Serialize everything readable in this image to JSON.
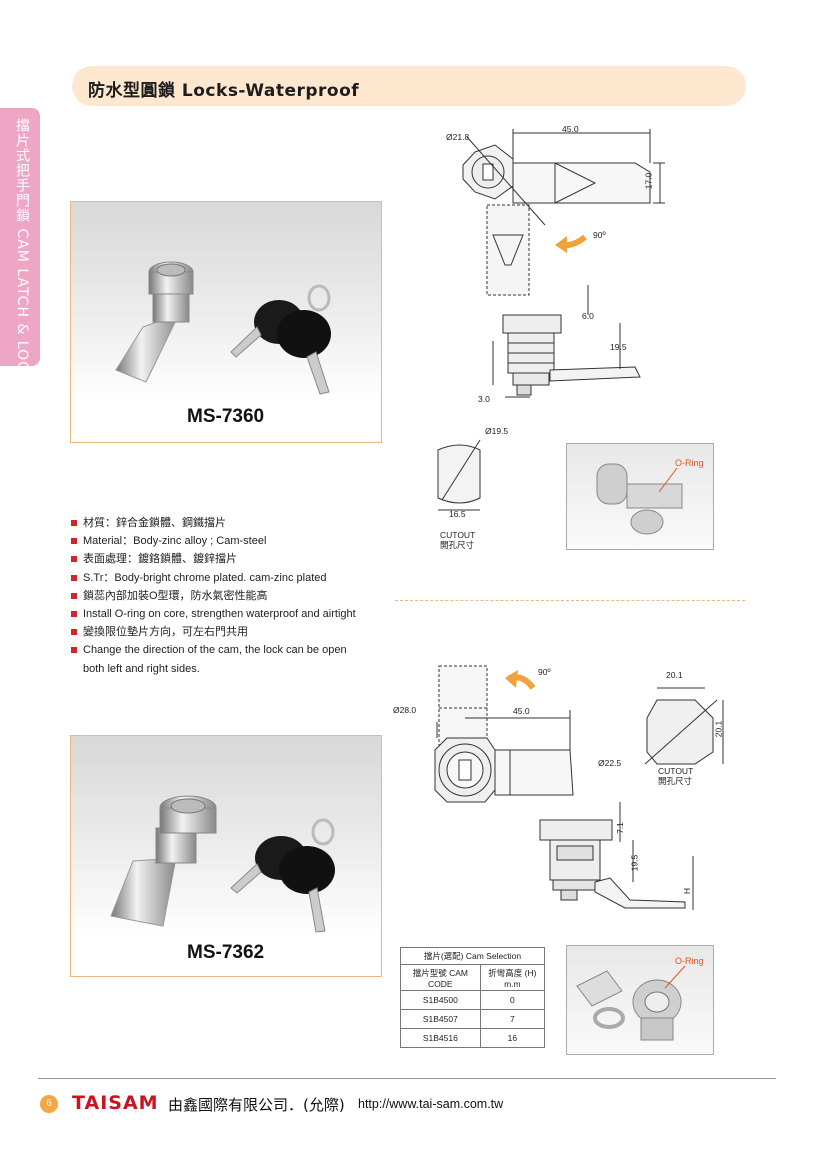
{
  "header": {
    "title": "防水型圓鎖 Locks-Waterproof"
  },
  "side_tab": {
    "text": "擋片式把手門鎖 CAM LATCH & LOCK"
  },
  "products": [
    {
      "model": "MS-7360"
    },
    {
      "model": "MS-7362"
    }
  ],
  "specs": [
    "材質：鋅合金鎖體、鋼鐵擋片",
    "Material：Body-zinc alloy ; Cam-steel",
    "表面處理：鍍鉻鎖體、鍍鋅擋片",
    "S.Tr：Body-bright chrome plated. cam-zinc plated",
    "鎖蕊內部加裝O型環，防水氣密性能高",
    "Install O-ring on core, strengthen waterproof and airtight",
    "變換限位墊片方向，可左右門共用",
    "Change the direction of the cam, the lock can be open",
    "both left and right sides."
  ],
  "drawing1": {
    "dims": {
      "dia": "Ø21.8",
      "length": "45.0",
      "height": "17.0",
      "rotation": "90º",
      "d6": "6.0",
      "d19": "19.5",
      "d3": "3.0",
      "cut_dia": "Ø19.5",
      "cut_w": "16.5"
    },
    "cutout_en": "CUTOUT",
    "cutout_zh": "開孔尺寸",
    "oring": "O-Ring"
  },
  "drawing2": {
    "dims": {
      "rotation": "90º",
      "dia": "Ø28.0",
      "length": "45.0",
      "cut_w": "20.1",
      "cut_h": "20.1",
      "cut_dia": "Ø22.5",
      "d71": "7.1",
      "d195": "19.5",
      "h": "H"
    },
    "cutout_en": "CUTOUT",
    "cutout_zh": "開孔尺寸",
    "oring": "O-Ring"
  },
  "cam_table": {
    "title": "擋片(選配) Cam Selection",
    "headers": [
      "擋片型號 CAM CODE",
      "折彎高度 (H) m.m"
    ],
    "rows": [
      [
        "S1B4500",
        "0"
      ],
      [
        "S1B4507",
        "7"
      ],
      [
        "S1B4516",
        "16"
      ]
    ]
  },
  "footer": {
    "page": "6",
    "brand": "TAISAM",
    "company": "由鑫國際有限公司．(允際)",
    "url": "http://www.tai-sam.com.tw"
  },
  "colors": {
    "accent_peach": "#fde7cf",
    "side_pink": "#eea6c5",
    "bullet_red": "#d6232a",
    "frame_orange": "#f0b77a",
    "brand_red": "#c8141f",
    "oring_orange": "#e8521c"
  }
}
